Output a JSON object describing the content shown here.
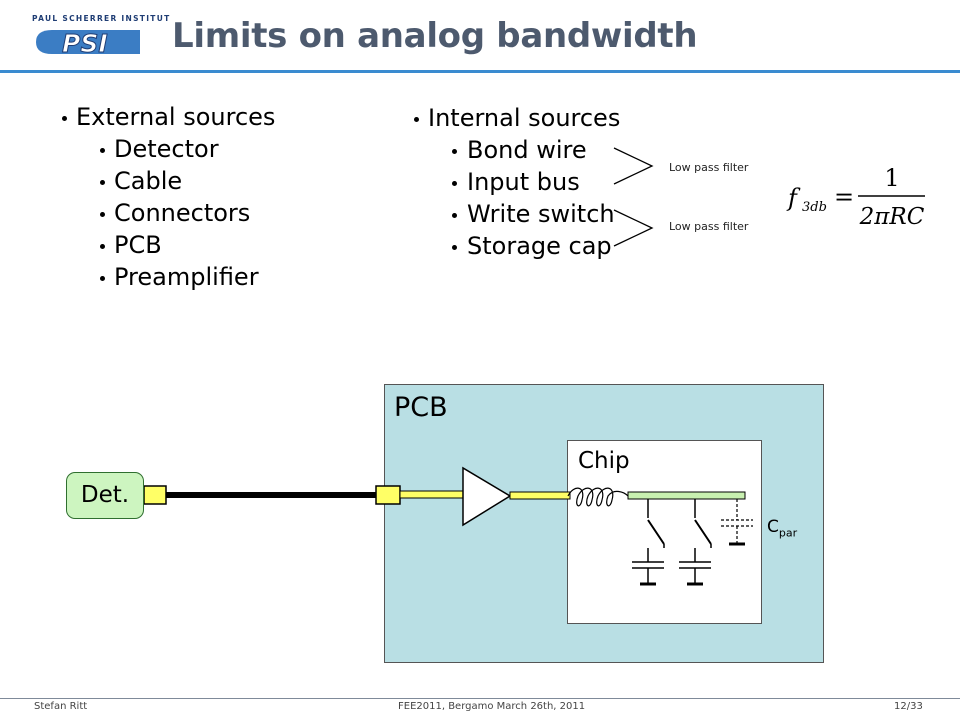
{
  "header": {
    "institute": "PAUL SCHERRER INSTITUT",
    "logo_text": "PSI",
    "title": "Limits on analog bandwidth"
  },
  "external": {
    "heading": "External sources",
    "items": [
      "Detector",
      "Cable",
      "Connectors",
      "PCB",
      "Preamplifier"
    ]
  },
  "internal": {
    "heading": "Internal sources",
    "items": [
      "Bond wire",
      "Input bus",
      "Write switch",
      "Storage cap"
    ]
  },
  "low_pass": [
    "Low pass filter",
    "Low pass filter"
  ],
  "formula": {
    "lhs": "f",
    "lhs_sub": "3db",
    "eq": "=",
    "numerator": "1",
    "denominator": "2πRC"
  },
  "diagram": {
    "pcb_label": "PCB",
    "chip_label": "Chip",
    "det_label": "Det.",
    "cpar_label": "C",
    "cpar_sub": "par"
  },
  "footer": {
    "author": "Stefan Ritt",
    "event": "FEE2011, Bergamo March 26th, 2011",
    "page": "12/33"
  },
  "colors": {
    "title": "#4d5a6e",
    "rule": "#3a8bd0",
    "pcb": "#b9dfe4",
    "det": "#cdf5c0",
    "bus": "#ffff66",
    "chip_bus": "#c8f0b0"
  }
}
